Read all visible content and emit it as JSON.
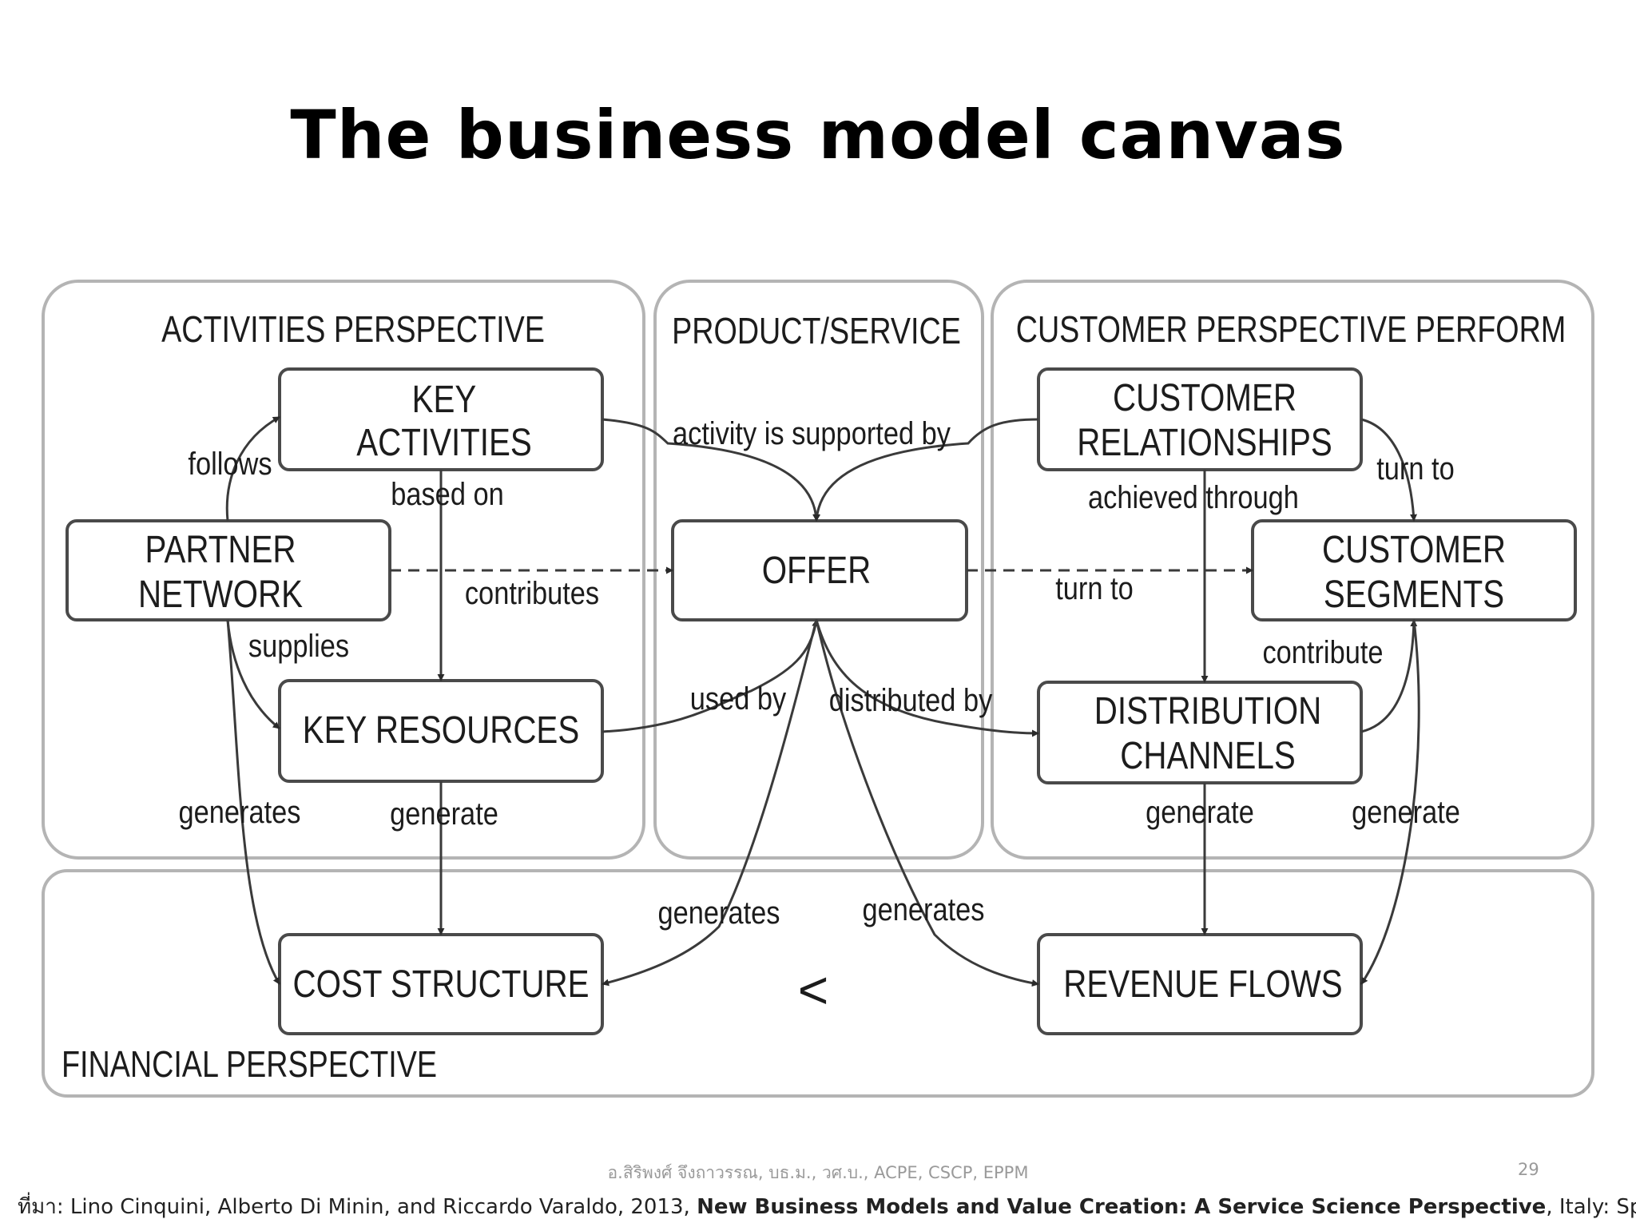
{
  "title": "The business model canvas",
  "regions": {
    "activities": "ACTIVITIES PERSPECTIVE",
    "product": "PRODUCT/SERVICE",
    "customer": "CUSTOMER PERSPECTIVE PERFORM",
    "financial": "FINANCIAL PERSPECTIVE"
  },
  "boxes": {
    "key_activities": [
      "KEY",
      "ACTIVITIES"
    ],
    "partner_network": [
      "PARTNER",
      "NETWORK"
    ],
    "key_resources": "KEY RESOURCES",
    "offer": "OFFER",
    "customer_relationships": [
      "CUSTOMER",
      "RELATIONSHIPS"
    ],
    "customer_segments": [
      "CUSTOMER",
      "SEGMENTS"
    ],
    "distribution_channels": [
      "DISTRIBUTION",
      "CHANNELS"
    ],
    "cost_structure": "COST STRUCTURE",
    "revenue_flows": "REVENUE FLOWS"
  },
  "comparison_symbol": "<",
  "edge_labels": {
    "follows": "follows",
    "based_on": "based on",
    "activity_supported_by": "activity is supported by",
    "contributes": "contributes",
    "supplies": "supplies",
    "used_by": "used by",
    "distributed_by": "distributed by",
    "generates_partner": "generates",
    "generate_resources": "generate",
    "generates_cost": "generates",
    "generates_revenue": "generates",
    "turn_to_relationships": "turn to",
    "achieved_through": "achieved through",
    "turn_to_offer": "turn to",
    "contribute": "contribute",
    "generate_channels": "generate",
    "generate_segments": "generate"
  },
  "footer": {
    "author": "อ.สิริพงศ์ จึงถาวรรณ, บธ.ม., วศ.บ., ACPE, CSCP, EPPM",
    "page_number": "29",
    "source_prefix": "ที่มา: Lino Cinquini, Alberto Di Minin, and Riccardo Varaldo, 2013, ",
    "source_title": "New Business Models and Value Creation: A Service Science Perspective",
    "source_suffix": ", Italy: Springer."
  }
}
